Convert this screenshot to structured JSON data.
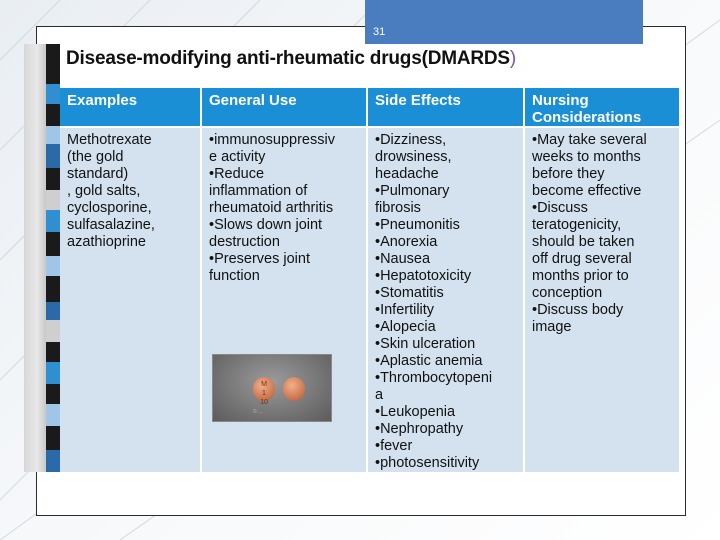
{
  "slide": {
    "number": "31"
  },
  "title": {
    "main": "Disease-modifying anti-rheumatic drugs(DMARDS",
    "close_paren": ")"
  },
  "table": {
    "headers": [
      "Examples",
      "General Use",
      "Side Effects",
      "Nursing\nConsiderations"
    ],
    "columns": [
      [
        "Methotrexate",
        "(the gold",
        "standard)",
        ", gold salts,",
        "cyclosporine,",
        "sulfasalazine,",
        "azathioprine"
      ],
      [
        "•immunosuppressiv",
        "e activity",
        "•Reduce",
        "inflammation of",
        "rheumatoid arthritis",
        "•Slows down joint",
        "destruction",
        "•Preserves joint",
        "function"
      ],
      [
        "•Dizziness,",
        "drowsiness,",
        "headache",
        "•Pulmonary",
        "fibrosis",
        "•Pneumonitis",
        "•Anorexia",
        "•Nausea",
        "•Hepatotoxicity",
        "•Stomatitis",
        "•Infertility",
        "•Alopecia",
        "•Skin ulceration",
        "•Aplastic anemia",
        "•Thrombocytopeni",
        "a",
        "•Leukopenia",
        "•Nephropathy",
        "•fever",
        "•photosensitivity"
      ],
      [
        "•May take several",
        "weeks to months",
        "before they",
        "become effective",
        "•Discuss",
        "teratogenicity,",
        "should be taken",
        "off drug several",
        "months prior to",
        "conception",
        "•Discuss body",
        "image"
      ]
    ]
  },
  "pill_photo": {
    "pill_left_text": "M\n1\n10",
    "watermark": "© ..."
  },
  "colors": {
    "header_bg": "#1a8fd6",
    "cell_bg": "#d3e2ee",
    "slide_num_bg": "#4a7cc0"
  }
}
